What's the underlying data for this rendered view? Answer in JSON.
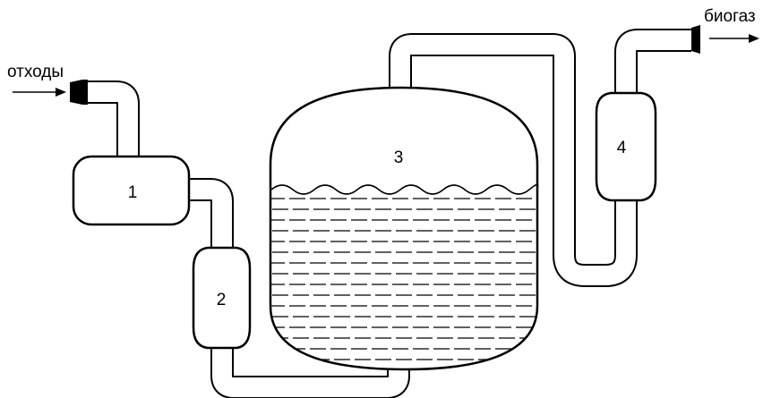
{
  "labels": {
    "input": "отходы",
    "output": "биогаз"
  },
  "units": {
    "u1": "1",
    "u2": "2",
    "u3": "3",
    "u4": "4"
  }
}
